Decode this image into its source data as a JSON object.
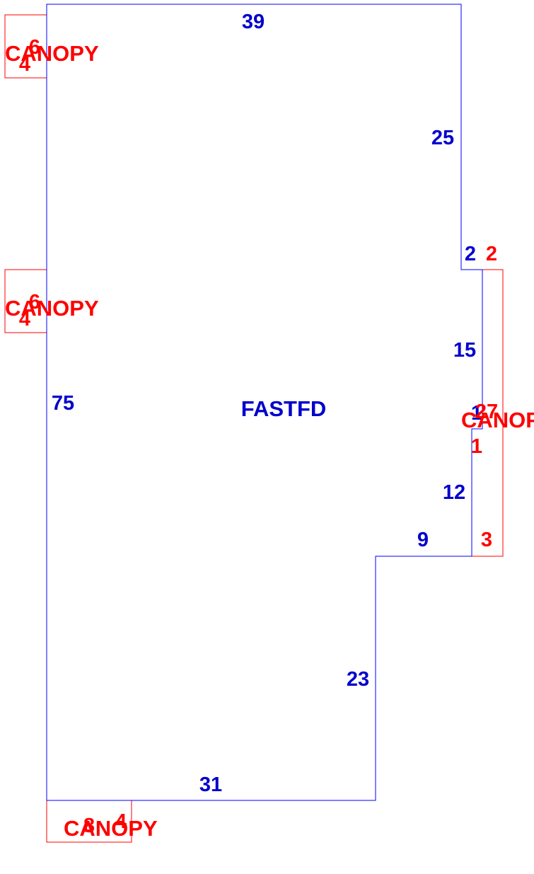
{
  "colors": {
    "building_line": "#0000ff",
    "canopy_line": "#ff0000",
    "building_text": "#0000cc",
    "canopy_text": "#ff0000",
    "background": "#ffffff"
  },
  "building": {
    "label": "FASTFD",
    "dimensions": {
      "top": "39",
      "right_upper": "25",
      "notch_top": "2",
      "right_middle": "15",
      "right_jog": "1",
      "right_lower": "12",
      "step": "9",
      "right_bottom": "23",
      "bottom": "31",
      "left": "75"
    }
  },
  "canopies": [
    {
      "label": "CANOPY",
      "width": "6",
      "depth": "4"
    },
    {
      "label": "CANOPY",
      "width": "6",
      "depth": "4"
    },
    {
      "label": "CANOPY",
      "length": "27",
      "top_width": "2",
      "bottom_width": "3",
      "jog": "1"
    },
    {
      "label": "CANOPY",
      "width": "8",
      "depth": "4"
    }
  ]
}
